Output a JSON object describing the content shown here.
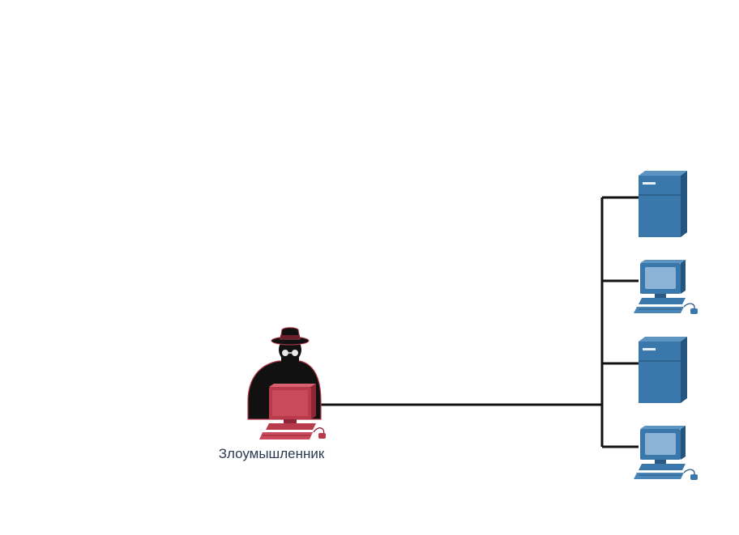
{
  "attacker": {
    "label": "Злоумышленник",
    "icon": "hacker-icon",
    "color": "#b93a4b"
  },
  "devices": [
    {
      "type": "server",
      "icon": "server-icon"
    },
    {
      "type": "workstation",
      "icon": "workstation-icon"
    },
    {
      "type": "server",
      "icon": "server-icon"
    },
    {
      "type": "workstation",
      "icon": "workstation-icon"
    }
  ],
  "colors": {
    "device_blue": "#3a78ab",
    "device_dark": "#2a5a84",
    "screen_light": "#8cb3d6",
    "link": "#111111"
  }
}
